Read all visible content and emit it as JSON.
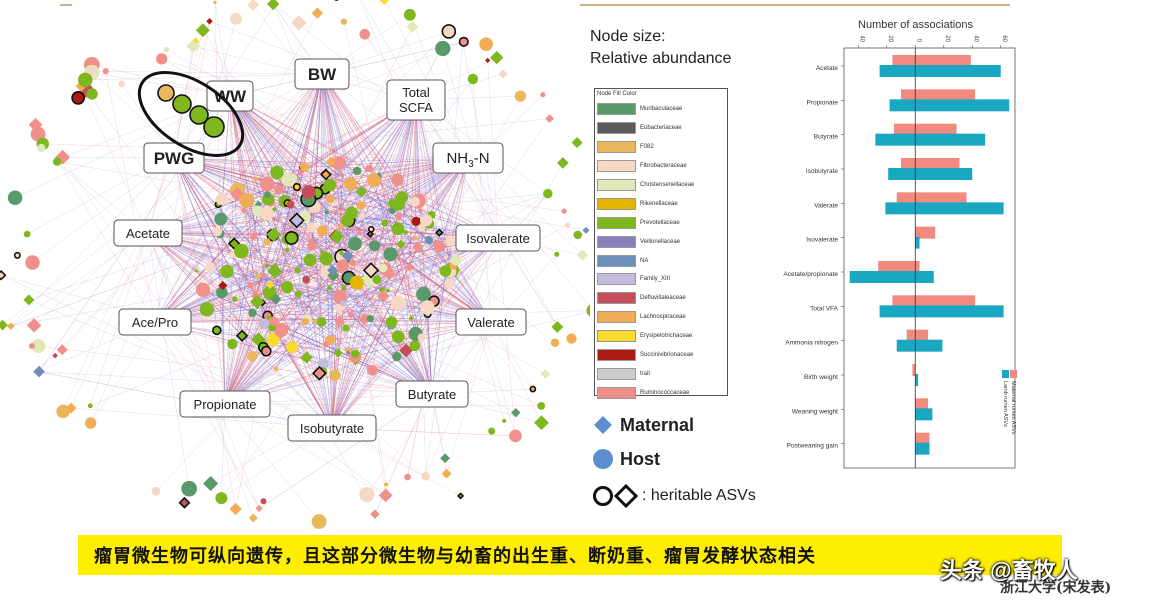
{
  "network": {
    "labels": [
      {
        "id": "ww",
        "text": "WW"
      },
      {
        "id": "bw",
        "text": "BW"
      },
      {
        "id": "total-scfa",
        "text": "Total SCFA"
      },
      {
        "id": "pwg",
        "text": "PWG"
      },
      {
        "id": "nh3-n",
        "text": "NH3-N"
      },
      {
        "id": "acetate",
        "text": "Acetate"
      },
      {
        "id": "isovalerate",
        "text": "Isovalerate"
      },
      {
        "id": "ace-pro",
        "text": "Ace/Pro"
      },
      {
        "id": "valerate",
        "text": "Valerate"
      },
      {
        "id": "propionate",
        "text": "Propionate"
      },
      {
        "id": "isobutyrate",
        "text": "Isobutyrate"
      },
      {
        "id": "butyrate",
        "text": "Butyrate"
      }
    ]
  },
  "legend": {
    "node_size_line1": "Node size:",
    "node_size_line2": "Relative abundance",
    "fill_title": "Node Fill Color",
    "families": [
      {
        "name": "Muribaculaceae",
        "color": "#5a9a6a"
      },
      {
        "name": "Eubacteriaceae",
        "color": "#5a5a5a"
      },
      {
        "name": "F082",
        "color": "#e9b85a"
      },
      {
        "name": "Fibrobacteraceae",
        "color": "#f7d8c4"
      },
      {
        "name": "Christensenellaceae",
        "color": "#e2e8b8"
      },
      {
        "name": "Rikenellaceae",
        "color": "#e4b400"
      },
      {
        "name": "Prevotellaceae",
        "color": "#7fb81e"
      },
      {
        "name": "Veillonellaceae",
        "color": "#8a7fb8"
      },
      {
        "name": "NA",
        "color": "#6e90b8"
      },
      {
        "name": "Family_XIII",
        "color": "#c4bbdf"
      },
      {
        "name": "Defluviitaleaceae",
        "color": "#c44e5a"
      },
      {
        "name": "Lachnospiraceae",
        "color": "#f1ad55"
      },
      {
        "name": "Erysipelotrichaceae",
        "color": "#f7da2a"
      },
      {
        "name": "Succinivibrionaceae",
        "color": "#aa1a12"
      },
      {
        "name": "trait",
        "color": "#cccccc"
      },
      {
        "name": "Ruminococcaceae",
        "color": "#f0908a"
      }
    ],
    "maternal": "Maternal",
    "host": "Host",
    "heritable": ": heritable ASVs",
    "maternal_color": "#5b8fd0",
    "host_color": "#5b8fd0"
  },
  "chart_data": {
    "type": "bar",
    "orientation": "horizontal",
    "title": "Number of associations",
    "categories": [
      "Acetate",
      "Propionate",
      "Butyrate",
      "Isobutyrate",
      "Valerate",
      "Isovalerate",
      "Acetate/propionate",
      "Total VFA",
      "Ammonia nitrogen",
      "Birth weight",
      "Weaning weight",
      "Postweaning gain"
    ],
    "series": [
      {
        "name": "Maternal rumen ASVs",
        "color": "#f28a80",
        "values": [
          [
            -16,
            39
          ],
          [
            -10,
            42
          ],
          [
            -15,
            29
          ],
          [
            -10,
            31
          ],
          [
            -13,
            36
          ],
          [
            0,
            14
          ],
          [
            -26,
            3
          ],
          [
            -16,
            42
          ],
          [
            -6,
            9
          ],
          [
            -2,
            0
          ],
          [
            0,
            9
          ],
          [
            0,
            10
          ]
        ]
      },
      {
        "name": "Lamb rumen ASVs",
        "color": "#1aa7c2",
        "values": [
          [
            -25,
            60
          ],
          [
            -18,
            66
          ],
          [
            -28,
            49
          ],
          [
            -19,
            40
          ],
          [
            -21,
            62
          ],
          [
            0,
            3
          ],
          [
            -46,
            13
          ],
          [
            -25,
            62
          ],
          [
            -13,
            19
          ],
          [
            0,
            2
          ],
          [
            0,
            12
          ],
          [
            0,
            10
          ]
        ]
      }
    ],
    "xlim": [
      -50,
      70
    ],
    "xticks": [
      -40,
      -20,
      0,
      20,
      40,
      60
    ],
    "xtick_labels": [
      "40",
      "20",
      "0",
      "20",
      "40",
      "60"
    ]
  },
  "banner": "瘤胃微生物可纵向遗传，且这部分微生物与幼畜的出生重、断奶重、瘤胃发酵状态相关",
  "watermark": "头条 @畜牧人",
  "institution": "浙江大学(宋发表)"
}
